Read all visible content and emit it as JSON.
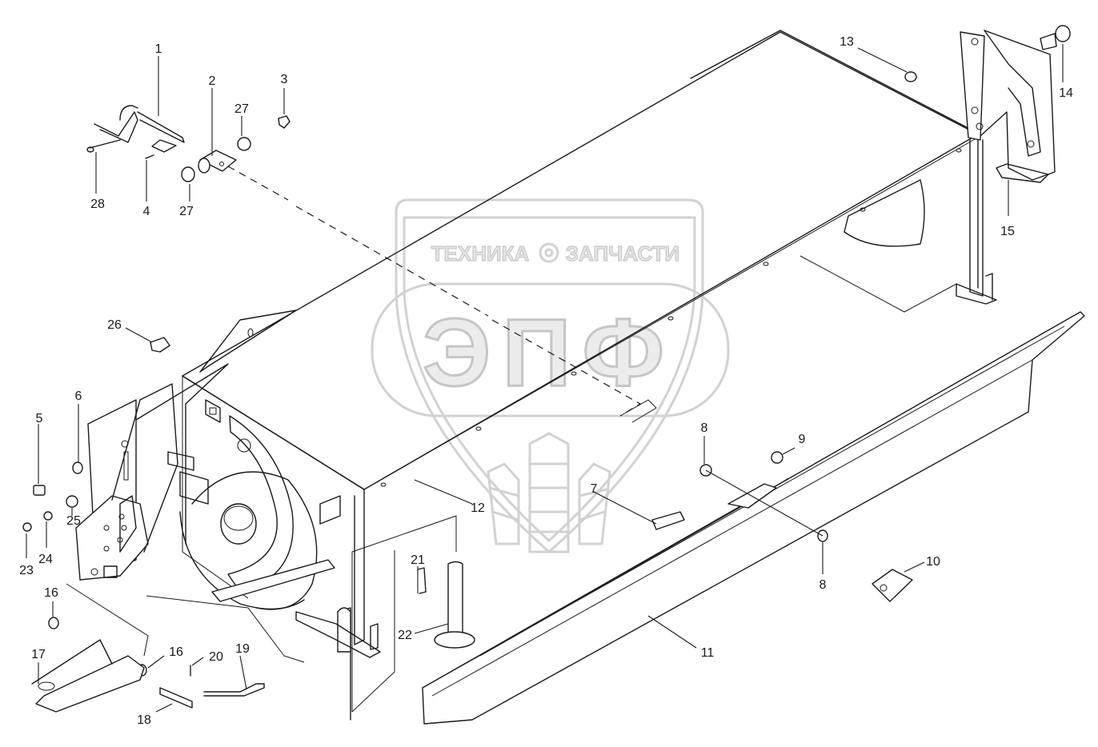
{
  "watermark": {
    "top_left": "ТЕХНИКА",
    "top_right": "ЗАПЧАСТИ",
    "logo": "ЭПФ"
  },
  "callouts": [
    "1",
    "2",
    "3",
    "27",
    "27",
    "4",
    "28",
    "13",
    "14",
    "15",
    "26",
    "6",
    "5",
    "25",
    "24",
    "23",
    "16",
    "17",
    "16",
    "18",
    "20",
    "19",
    "21",
    "22",
    "12",
    "8",
    "9",
    "7",
    "8",
    "10",
    "11"
  ]
}
